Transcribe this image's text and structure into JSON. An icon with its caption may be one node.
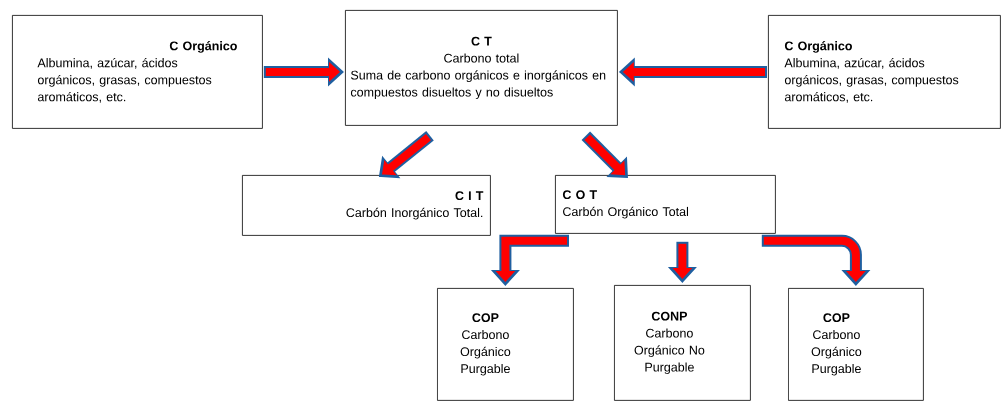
{
  "diagram": {
    "nodes": [
      {
        "text": [
          "C Orgánico",
          "Albumina, azúcar, ácidos orgánicos, grasas, compuestos aromáticos, etc."
        ]
      },
      {
        "text": [
          "C T",
          "Carbono total",
          "Suma de carbono orgánicos e inorgánicos en compuestos disueltos y no disueltos"
        ]
      },
      {
        "text": [
          "C Orgánico",
          "Albumina, azúcar, ácidos orgánicos, grasas, compuestos aromáticos, etc."
        ]
      },
      {
        "text": [
          "C I T",
          "Carbón Inorgánico Total."
        ]
      },
      {
        "text": [
          "C O T",
          "Carbón Orgánico Total"
        ]
      },
      {
        "text": [
          "COP",
          "Carbono Orgánico Purgable"
        ]
      },
      {
        "text": [
          "CONP",
          "Carbono Orgánico No Purgable"
        ]
      },
      {
        "text": [
          "COP",
          "Carbono Orgánico Purgable"
        ]
      }
    ],
    "edges": [
      {
        "from": 0,
        "to": 1,
        "arrow": "to"
      },
      {
        "from": 2,
        "to": 1,
        "arrow": "to"
      },
      {
        "from": 1,
        "to": 3,
        "arrow": "to"
      },
      {
        "from": 1,
        "to": 4,
        "arrow": "to"
      },
      {
        "from": 4,
        "to": 5,
        "arrow": "to"
      },
      {
        "from": 4,
        "to": 6,
        "arrow": "to"
      },
      {
        "from": 4,
        "to": 7,
        "arrow": "to"
      }
    ]
  }
}
